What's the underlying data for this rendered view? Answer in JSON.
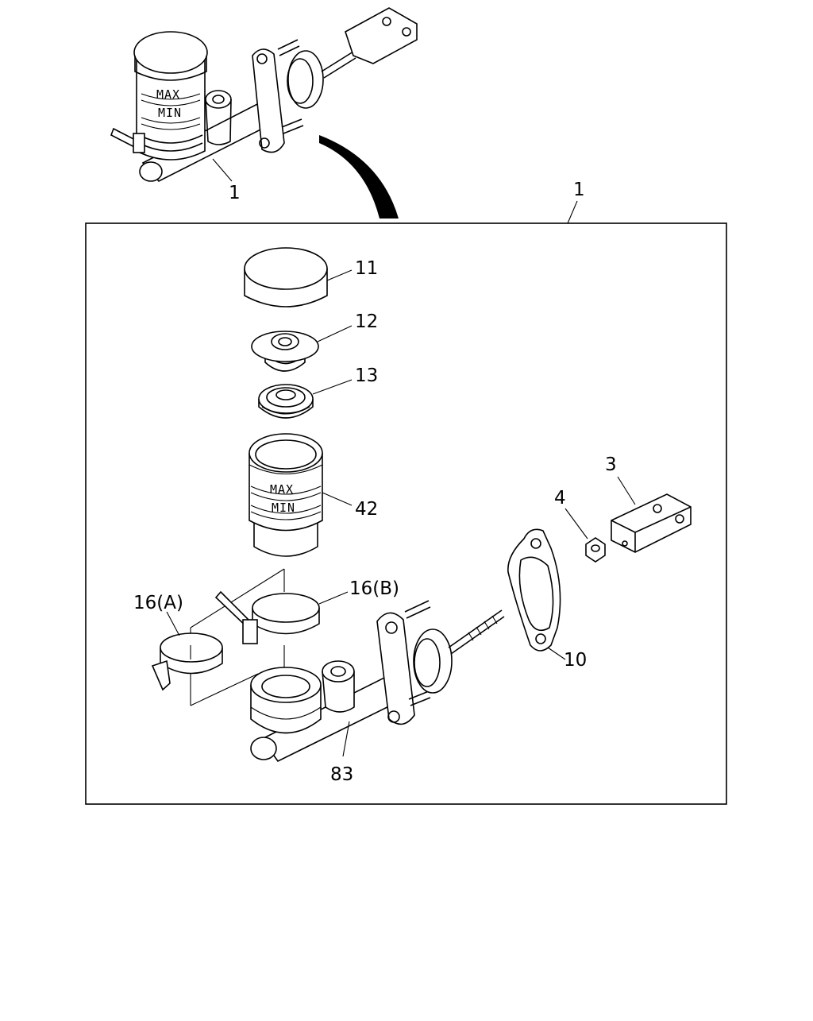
{
  "labels": {
    "assembly_top": "1",
    "assembly_box": "1",
    "cap": "11",
    "diaphragm": "12",
    "seal": "13",
    "reservoir": "42",
    "clamp_a": "16(A)",
    "clamp_b": "16(B)",
    "body": "83",
    "gasket": "10",
    "nut": "4",
    "clevis": "3"
  },
  "markings": {
    "max": "MAX",
    "min": "MIN"
  }
}
